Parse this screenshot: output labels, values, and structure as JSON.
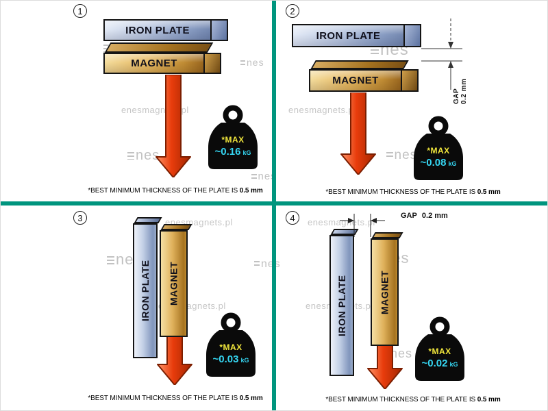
{
  "labels": {
    "plate": "IRON PLATE",
    "magnet": "MAGNET"
  },
  "weight": {
    "max_label": "*MAX",
    "unit": "kG"
  },
  "gap": {
    "label": "GAP",
    "value": "0.2 mm"
  },
  "caption": {
    "prefix": "*BEST MINIMUM THICKNESS OF THE PLATE IS",
    "bold": "0.5 mm"
  },
  "watermark": {
    "site": "enesmagnets.pl",
    "logo_text": "nes"
  },
  "panels": [
    {
      "number": "1",
      "value": "~0.16",
      "configuration": "plate flat on magnet, no gap"
    },
    {
      "number": "2",
      "value": "~0.08",
      "configuration": "plate above magnet with 0.2 mm gap"
    },
    {
      "number": "3",
      "value": "~0.03",
      "configuration": "vertical plate and magnet touching (shear)"
    },
    {
      "number": "4",
      "value": "~0.02",
      "configuration": "vertical plate and magnet with 0.2 mm gap (shear)"
    }
  ],
  "colors": {
    "divider_teal": "#00957e",
    "arrow_red": "#e83c0c",
    "max_yellow": "#f0e63c",
    "value_cyan": "#35d6f2",
    "magnet_gold": "#e0b25c",
    "plate_blue": "#8a9ec4",
    "weight_black": "#0a0a0a",
    "watermark_gray": "#c6c6c6"
  }
}
